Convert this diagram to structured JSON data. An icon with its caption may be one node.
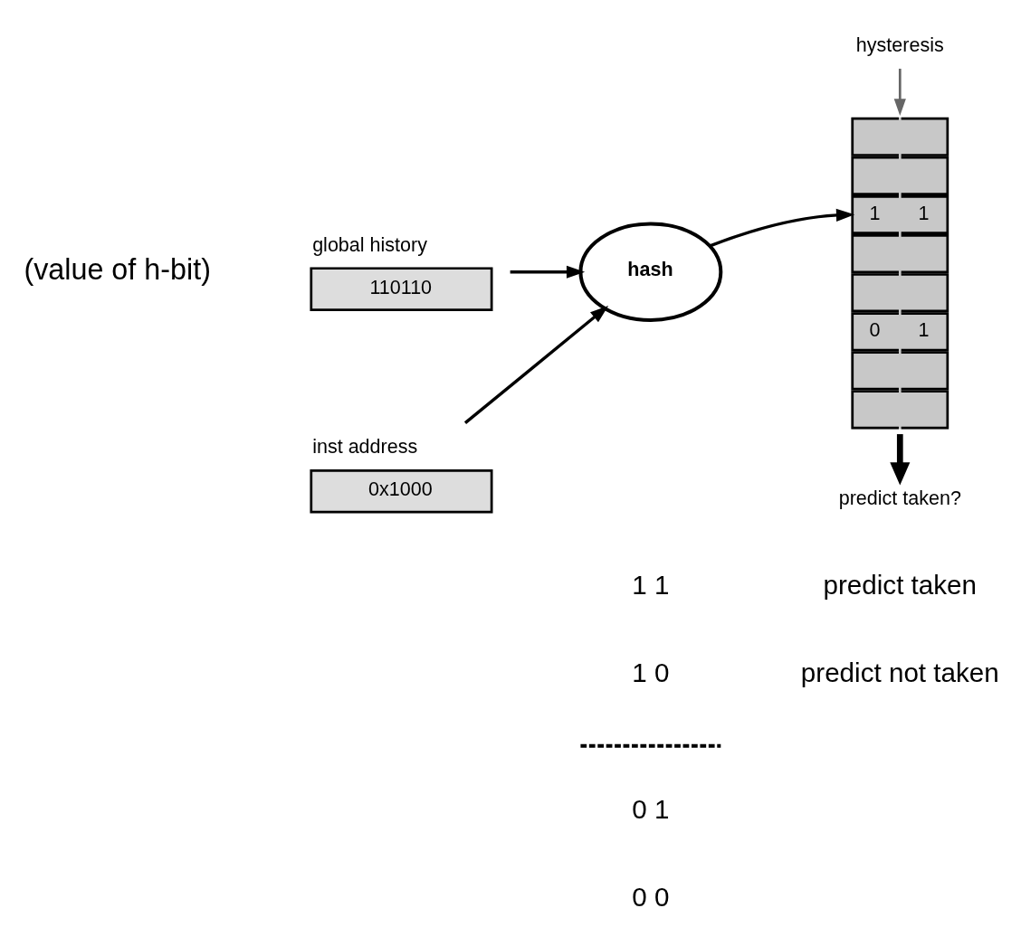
{
  "diagram": {
    "nodes": [
      {
        "text": [
          "global history",
          "110110"
        ]
      },
      {
        "text": [
          "inst address",
          "0x1000"
        ]
      },
      {
        "text": [
          "hash"
        ]
      },
      {
        "text": [
          "1",
          "1",
          "0",
          "1"
        ]
      },
      {
        "text": [
          "hysteresis"
        ]
      },
      {
        "text": [
          "predict taken?"
        ]
      }
    ],
    "edges": [
      {
        "from": 0,
        "to": 2,
        "arrow": "to"
      },
      {
        "from": 1,
        "to": 2,
        "arrow": "to"
      },
      {
        "from": 2,
        "to": 3,
        "arrow": "to"
      },
      {
        "from": 4,
        "to": 3,
        "arrow": "to",
        "color": "#666666"
      },
      {
        "from": 3,
        "to": 5,
        "arrow": "to",
        "style": "thick"
      }
    ],
    "labels": [
      "(value of h-bit)",
      "1 1",
      "predict taken",
      "1 0",
      "0 1",
      "predict not taken",
      "0 0"
    ]
  }
}
